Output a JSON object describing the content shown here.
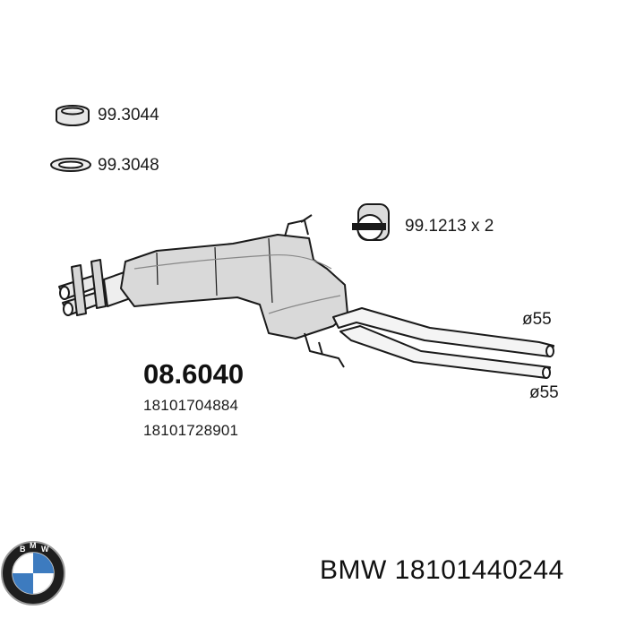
{
  "parts": {
    "clamp_ring": "99.3044",
    "gasket_ring": "99.3048",
    "rubber_mount": "99.1213 x 2"
  },
  "main_part": {
    "code": "08.6040",
    "oem_numbers": [
      "18101704884",
      "18101728901"
    ]
  },
  "pipe_diameters": [
    "ø55",
    "ø55"
  ],
  "footer": {
    "brand": "BMW",
    "part_number": "18101440244"
  },
  "colors": {
    "line": "#1a1a1a",
    "shade": "#c8c8c8",
    "brand_blue": "#3d7bbf"
  }
}
